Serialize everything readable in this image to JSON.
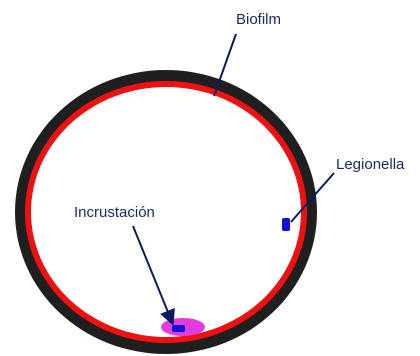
{
  "labels": {
    "biofilm": "Biofilm",
    "legionella": "Legionella",
    "incrustacion": "Incrustación"
  },
  "colors": {
    "pipe_wall": "#1f1f1f",
    "biofilm": "#ee1111",
    "interior": "#ffffff",
    "legionella": "#1111dd",
    "incrustation": "#e23cde",
    "label_text": "#1a2a6c",
    "pointer": "#0c1a66"
  }
}
